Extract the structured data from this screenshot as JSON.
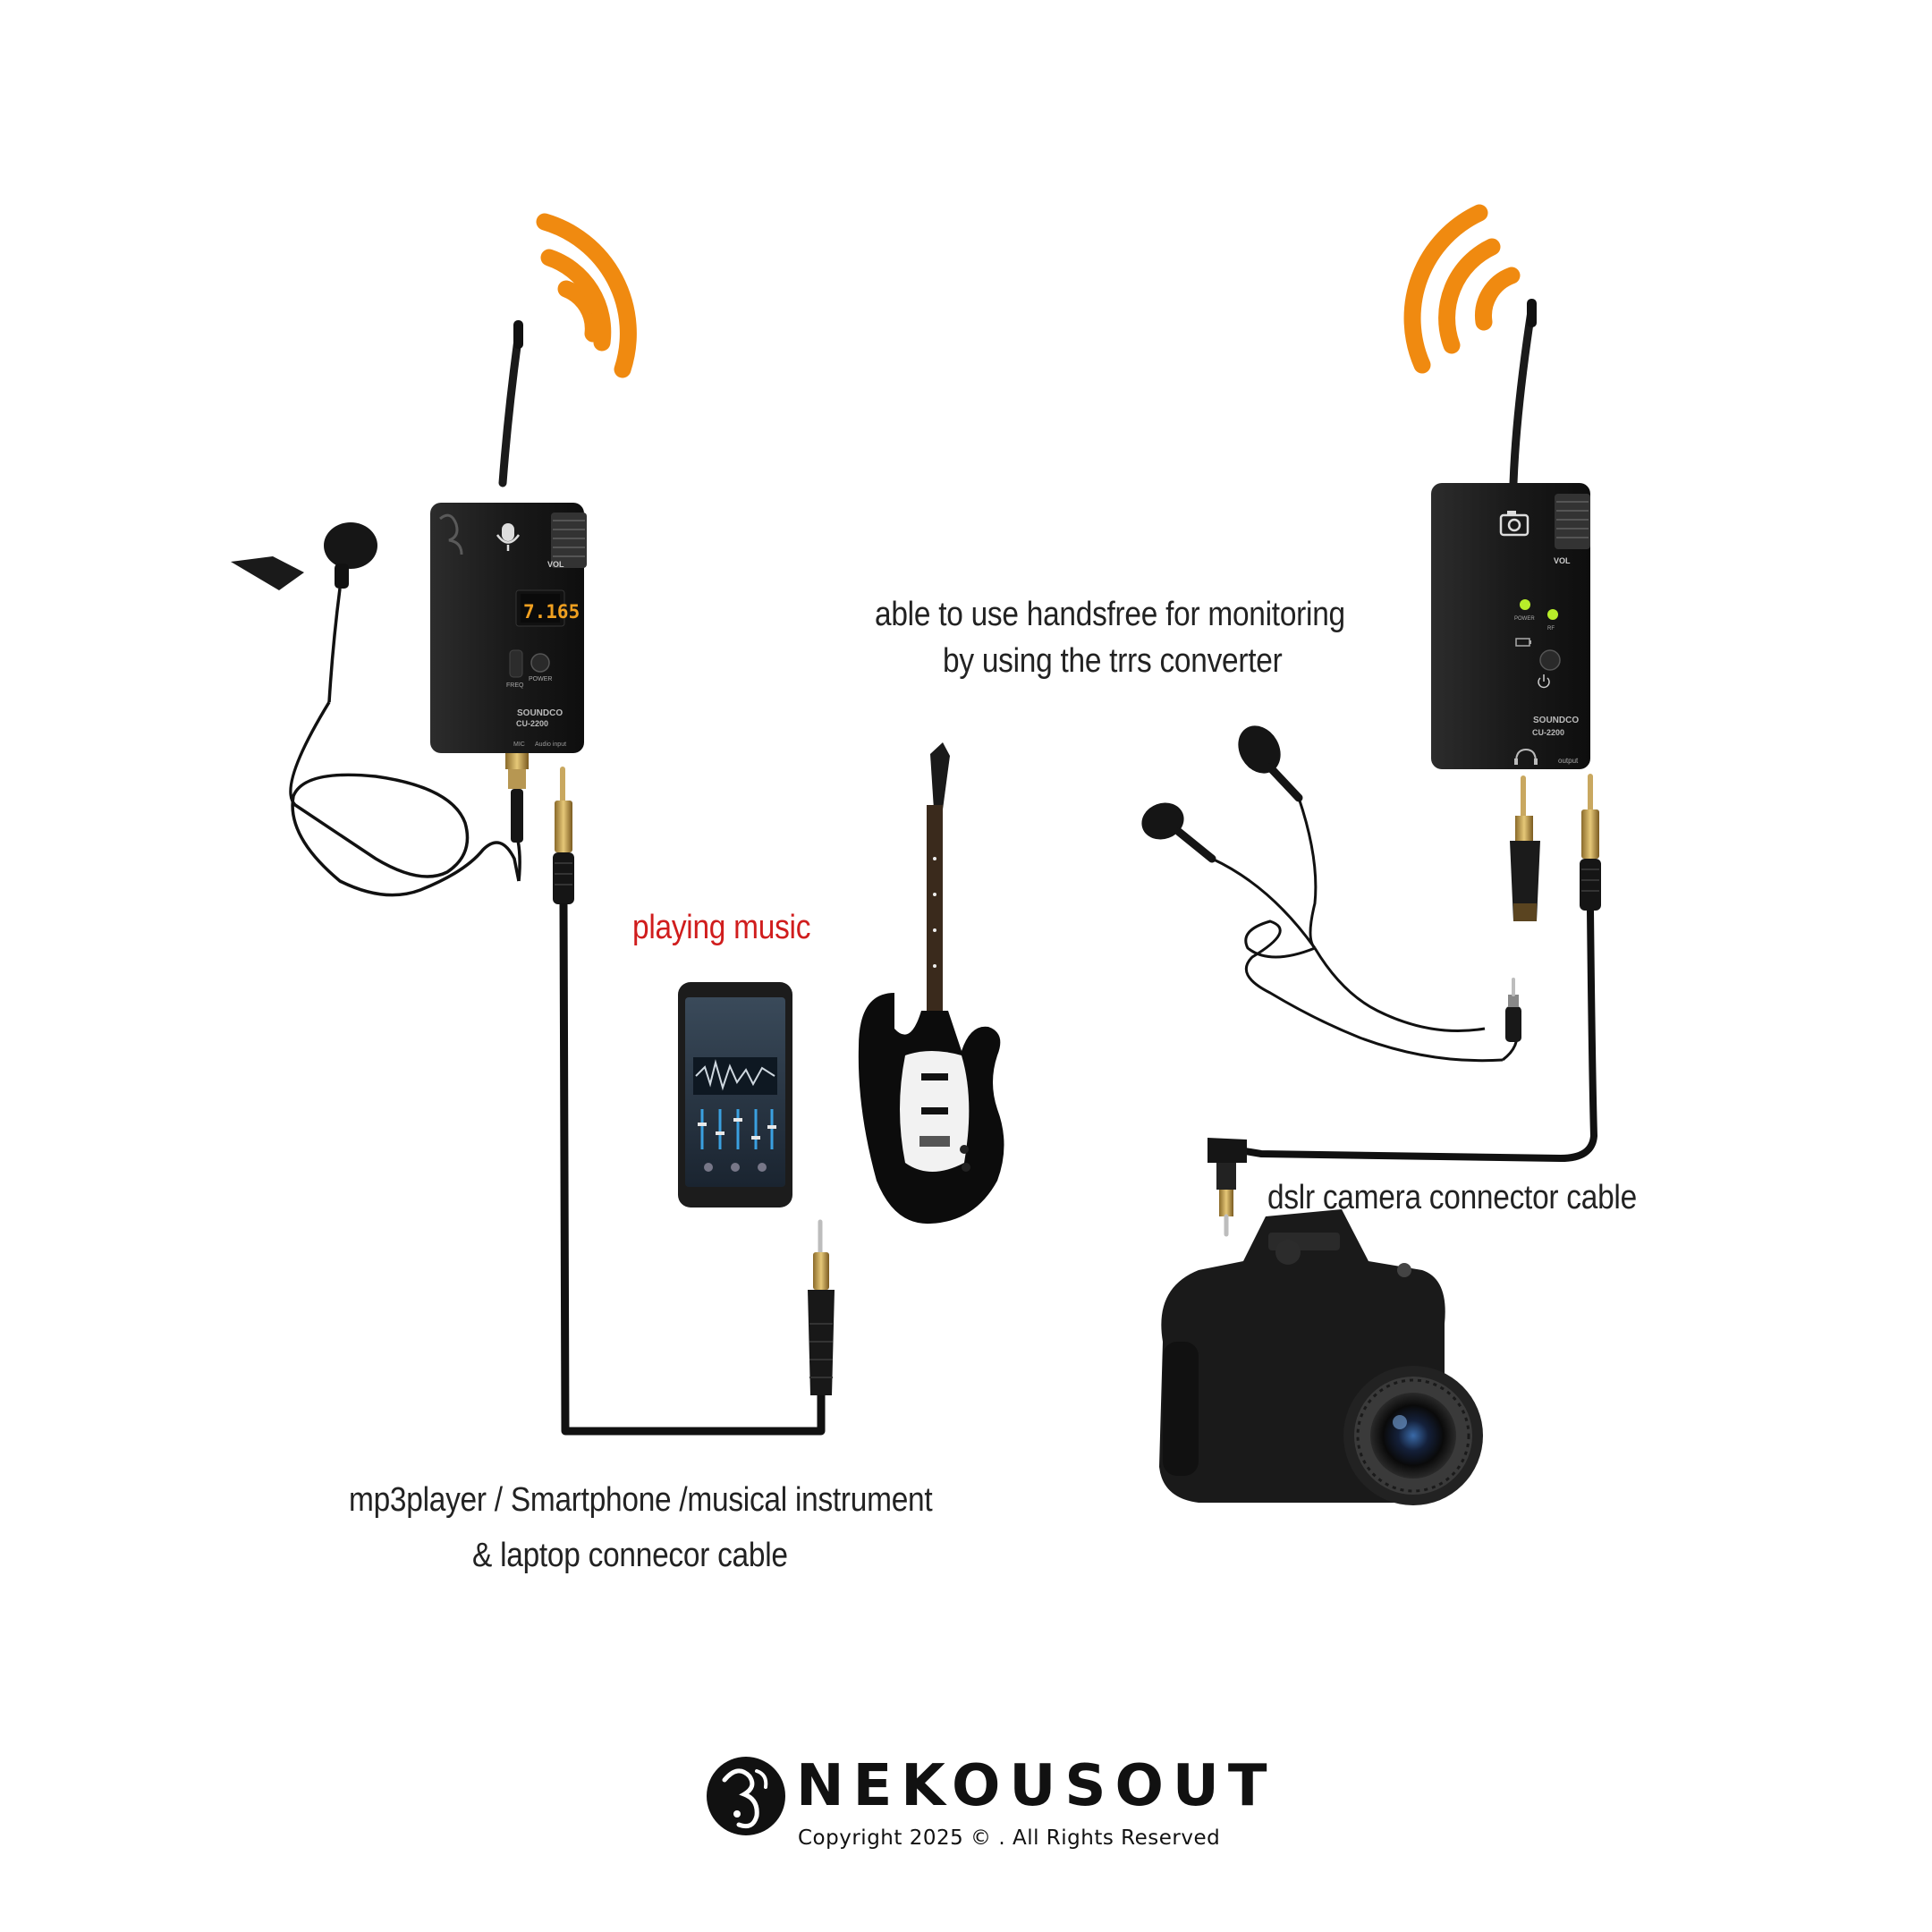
{
  "captions": {
    "handsfree_line1": "able to use handsfree for monitoring",
    "handsfree_line2": "by using the trrs converter",
    "playing_music": "playing music",
    "dslr_cable": "dslr camera connector cable",
    "mp3_line1": "mp3player / Smartphone /musical instrument",
    "mp3_line2": "&  laptop connecor cable"
  },
  "transmitter": {
    "vol_label": "VOL",
    "display_value": "7.165",
    "freq_label": "FREQ",
    "power_label": "POWER",
    "brand": "SOUNDCO",
    "model": "CU-2200",
    "mic_label": "MIC",
    "audio_input_label": "Audio input"
  },
  "receiver": {
    "vol_label": "VOL",
    "power_label": "POWER",
    "rf_label": "RF",
    "brand": "SOUNDCO",
    "model": "CU-2200",
    "output_label": "output"
  },
  "footer": {
    "brand": "NEKOUSOUT",
    "copyright": "Copyright 2025 © . All Rights Reserved"
  },
  "colors": {
    "signal": "#f08a10",
    "device": "#1c1c1c",
    "cable": "#111111",
    "accent_red": "#d01d1d",
    "led_green": "#b8ee2a"
  }
}
